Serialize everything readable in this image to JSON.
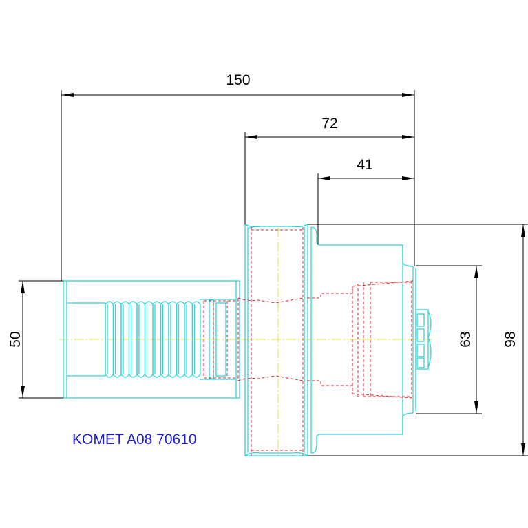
{
  "drawing": {
    "label": "KOMET A08 70610",
    "dimensions": {
      "overall_length": "150",
      "flange_length": "72",
      "head_length": "41",
      "shank_diameter": "50",
      "head_diameter": "63",
      "flange_diameter": "98"
    },
    "colors": {
      "outline": "#2fd5dc",
      "hidden_lines": "#e0262b",
      "center_lines": "#e8e33a",
      "dimensions": "#000000",
      "label": "#1e1ed8"
    }
  }
}
